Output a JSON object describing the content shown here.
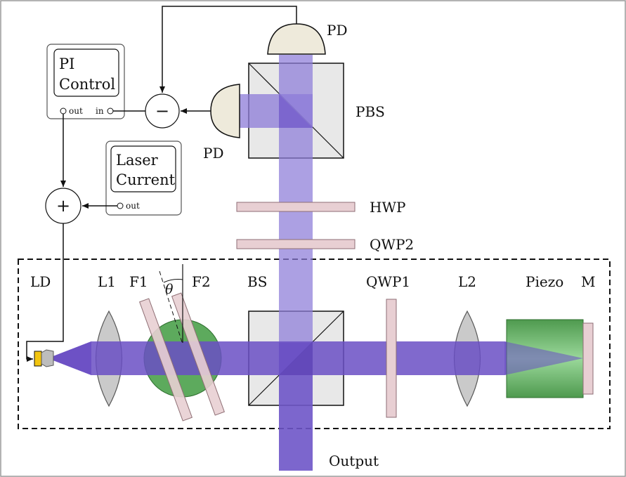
{
  "labels": {
    "pd_top": "PD",
    "pd_left": "PD",
    "pbs": "PBS",
    "hwp": "HWP",
    "qwp2": "QWP2",
    "ld": "LD",
    "l1": "L1",
    "f1": "F1",
    "theta": "θ",
    "f2": "F2",
    "bs": "BS",
    "qwp1": "QWP1",
    "l2": "L2",
    "piezo": "Piezo",
    "m": "M",
    "output": "Output"
  },
  "pi_control": {
    "line1": "PI",
    "line2": "Control",
    "out": "out",
    "in": "in"
  },
  "laser_current": {
    "line1": "Laser",
    "line2": "Current",
    "out": "out"
  },
  "operators": {
    "minus": "−",
    "plus": "+"
  },
  "colors": {
    "beam": "#6a4fc4",
    "beam_light": "#9a88dd",
    "plate": "#e8cfd3",
    "filter_disk": "#5aaa5a",
    "piezo": "#5aa85a",
    "lens": "#c9c9c9",
    "cube": "#e6e6e6",
    "detector": "#eeeadb",
    "diode": "#f2c40f"
  }
}
